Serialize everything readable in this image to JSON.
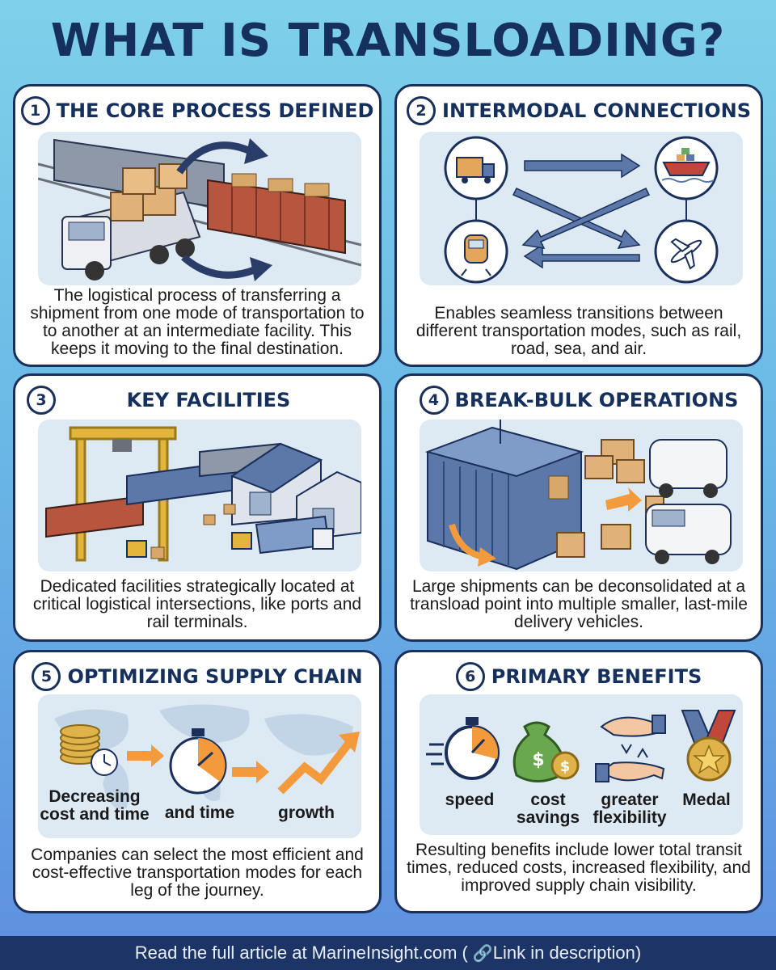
{
  "title": "WHAT IS TRANSLOADING?",
  "cards": [
    {
      "number": "1",
      "heading": "THE CORE PROCESS DEFINED",
      "description": "The logistical process of transferring a shipment from one mode of transportation to to another at an intermediate facility. This keeps it moving to the final destination."
    },
    {
      "number": "2",
      "heading": "INTERMODAL CONNECTIONS",
      "description": "Enables seamless transitions between different transportation modes, such as rail, road, sea, and air."
    },
    {
      "number": "3",
      "heading": "KEY FACILITIES",
      "description": "Dedicated facilities strategically located at critical logistical intersections, like ports and rail terminals."
    },
    {
      "number": "4",
      "heading": "BREAK-BULK OPERATIONS",
      "description": "Large shipments can be deconsolidated at a transload point into multiple smaller, last-mile delivery vehicles."
    },
    {
      "number": "5",
      "heading": "OPTIMIZING SUPPLY CHAIN",
      "description": "Companies can select the most efficient and cost-effective transportation modes for each leg of the journey.",
      "labels": {
        "cost": "Decreasing cost and time",
        "time": "and time",
        "growth": "growth"
      }
    },
    {
      "number": "6",
      "heading": "PRIMARY BENEFITS",
      "description": "Resulting benefits include lower total transit times, reduced costs, increased flexibility, and improved supply chain visibility.",
      "labels": {
        "speed": "speed",
        "cost": "cost savings",
        "flexibility": "greater flexibility",
        "medal": "Medal"
      }
    }
  ],
  "footer": {
    "text": "Read the full article at MarineInsight.com (",
    "link_icon": "link-icon",
    "text_end": "Link in description)"
  },
  "colors": {
    "navy": "#1a2f5a",
    "accent": "#f39a3c",
    "panel": "#dde9f3",
    "steel": "#5b78a8"
  }
}
